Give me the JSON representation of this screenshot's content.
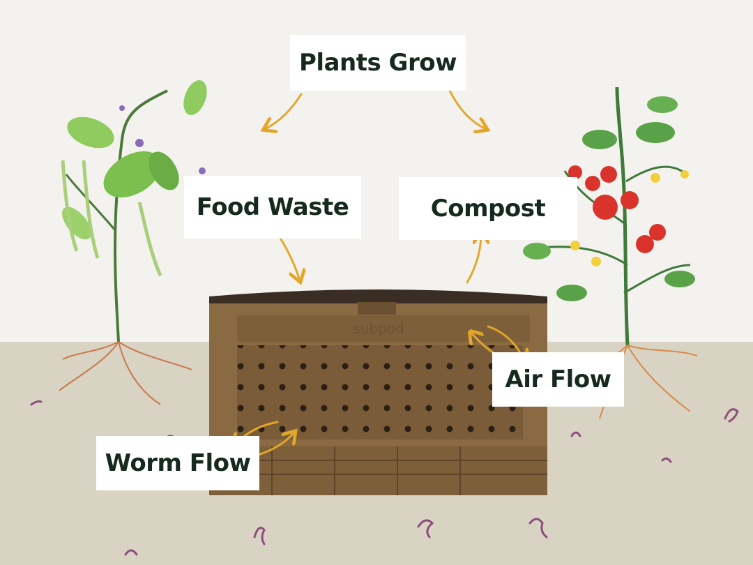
{
  "labels": {
    "plants_grow": "Plants Grow",
    "food_waste": "Food Waste",
    "compost": "Compost",
    "air_flow": "Air Flow",
    "worm_flow": "Worm Flow"
  },
  "logo": "subpod",
  "colors": {
    "background": "#f4f2ef",
    "ground": "#d9d3c3",
    "arrow": "#e2a72a",
    "label_text": "#16291f",
    "bin": "#8a6a42",
    "bin_lid": "#3a2e24"
  }
}
